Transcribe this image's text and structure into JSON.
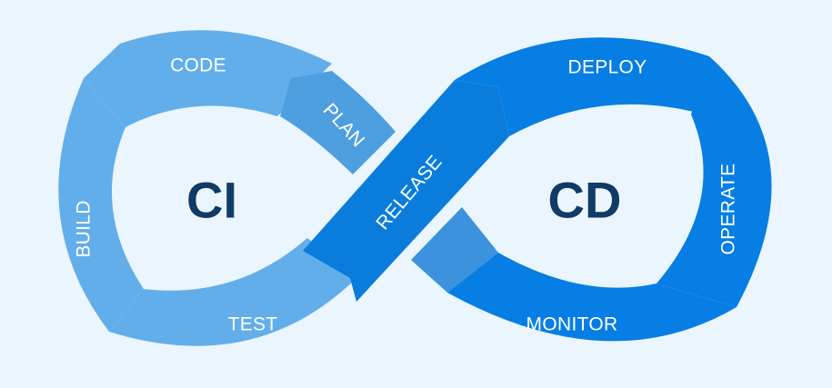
{
  "diagram": {
    "ci_label": "CI",
    "cd_label": "CD",
    "stages": {
      "plan": "PLAN",
      "code": "CODE",
      "build": "BUILD",
      "test": "TEST",
      "release": "RELEASE",
      "deploy": "DEPLOY",
      "operate": "OPERATE",
      "monitor": "MONITOR"
    },
    "colors": {
      "background": "#eaf5fd",
      "ci_segment": "#62aeeb",
      "cd_segment": "#077ee3",
      "release_segment": "#0a7ddc",
      "plan_segment": "#4e9fe0",
      "center_text": "#0f3b66",
      "segment_text": "#ffffff"
    }
  }
}
